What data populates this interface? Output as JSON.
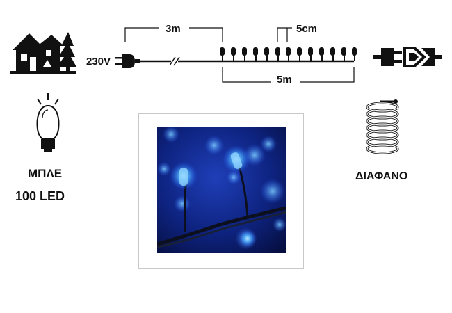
{
  "dimensions": {
    "lead_cable": "3m",
    "bulb_spacing": "5cm",
    "lit_length": "5m"
  },
  "voltage": "230V",
  "light_color": "ΜΠΛΕ",
  "led_count": "100 LED",
  "cable_type": "ΔΙΑΦΑΝΟ",
  "icons": {
    "house": "house-with-trees-icon",
    "bulb": "led-bulb-icon",
    "cable": "coiled-cable-icon",
    "connector": "linkable-connector-icon",
    "plug": "power-plug-icon"
  },
  "colors": {
    "ink": "#111111",
    "photo_bg": "#0a1a6a",
    "led_glow": "#4fb4ff"
  }
}
